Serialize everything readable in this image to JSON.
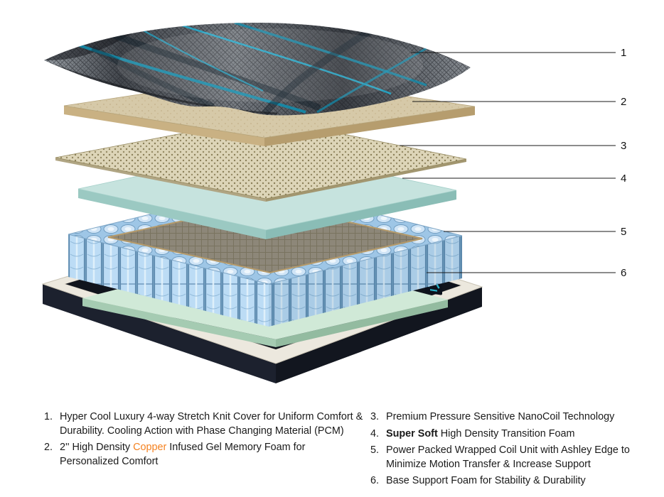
{
  "diagram": {
    "type": "exploded-mattress-layers",
    "callout_numbers": [
      "1",
      "2",
      "3",
      "4",
      "5",
      "6"
    ],
    "layer_names": [
      "stretch-knit-cover",
      "gel-memory-foam",
      "nanocoil-layer",
      "transition-foam",
      "wrapped-coil-unit",
      "base-support-foam"
    ]
  },
  "legend": {
    "left": [
      {
        "num": "1.",
        "segments": [
          {
            "text": "Hyper Cool Luxury 4-way Stretch Knit Cover for Uniform Comfort &"
          },
          {
            "text": "Durability. Cooling Action with Phase Changing Material (PCM)"
          }
        ]
      },
      {
        "num": "2.",
        "segments": [
          {
            "text": "2'' High Density "
          },
          {
            "text": "Copper",
            "style": "copper"
          },
          {
            "text": " Infused Gel Memory Foam for"
          },
          {
            "text": "Personalized Comfort"
          }
        ]
      }
    ],
    "right": [
      {
        "num": "3.",
        "segments": [
          {
            "text": "Premium Pressure Sensitive NanoCoil Technology"
          }
        ]
      },
      {
        "num": "4.",
        "segments": [
          {
            "text": "Super Soft",
            "style": "bold"
          },
          {
            "text": " High Density Transition Foam"
          }
        ]
      },
      {
        "num": "5.",
        "segments": [
          {
            "text": "Power Packed Wrapped Coil Unit with Ashley Edge to"
          },
          {
            "text": "Minimize Motion Transfer & Increase Support"
          }
        ]
      },
      {
        "num": "6.",
        "segments": [
          {
            "text": "Base Support Foam for Stability & Durability"
          }
        ]
      }
    ]
  },
  "colors": {
    "copper_highlight": "#F58220",
    "cover_accent_teal": "#1FA9CC",
    "coil_blue": "#BCDCF5",
    "memory_foam_tan": "#D6C9A8",
    "nanocoil_beige": "#DDD5B8",
    "transition_foam_teal": "#C6E3DE",
    "base_dark": "#1C212E",
    "base_trim_ivory": "#ECE8DE",
    "deck_green": "#D0E9D7",
    "text": "#1A1A1A"
  }
}
